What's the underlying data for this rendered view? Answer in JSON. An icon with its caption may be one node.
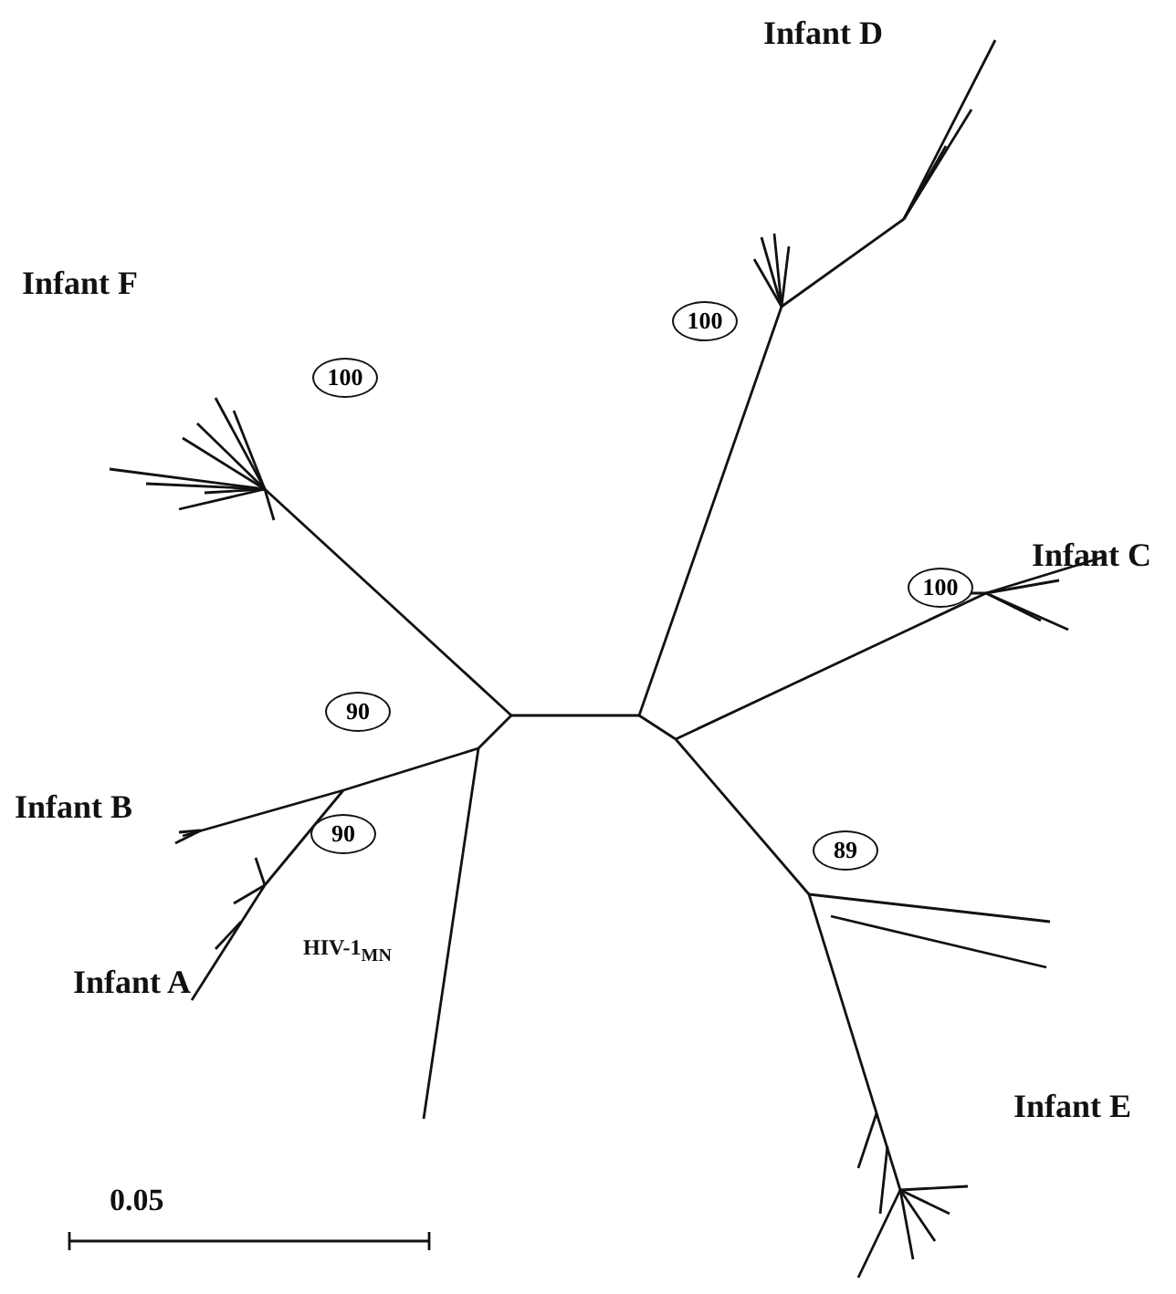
{
  "diagram": {
    "nodes": [
      {
        "text": [
          "100"
        ]
      },
      {
        "text": [
          "100"
        ]
      },
      {
        "text": [
          "100"
        ]
      },
      {
        "text": [
          "90"
        ]
      },
      {
        "text": [
          "90"
        ]
      },
      {
        "text": [
          "89"
        ]
      }
    ],
    "labels": [
      "Infant D",
      "Infant F",
      "Infant C",
      "Infant B",
      "HIV-1$_{MN}$",
      "Infant A",
      "Infant E",
      "0.05"
    ]
  }
}
